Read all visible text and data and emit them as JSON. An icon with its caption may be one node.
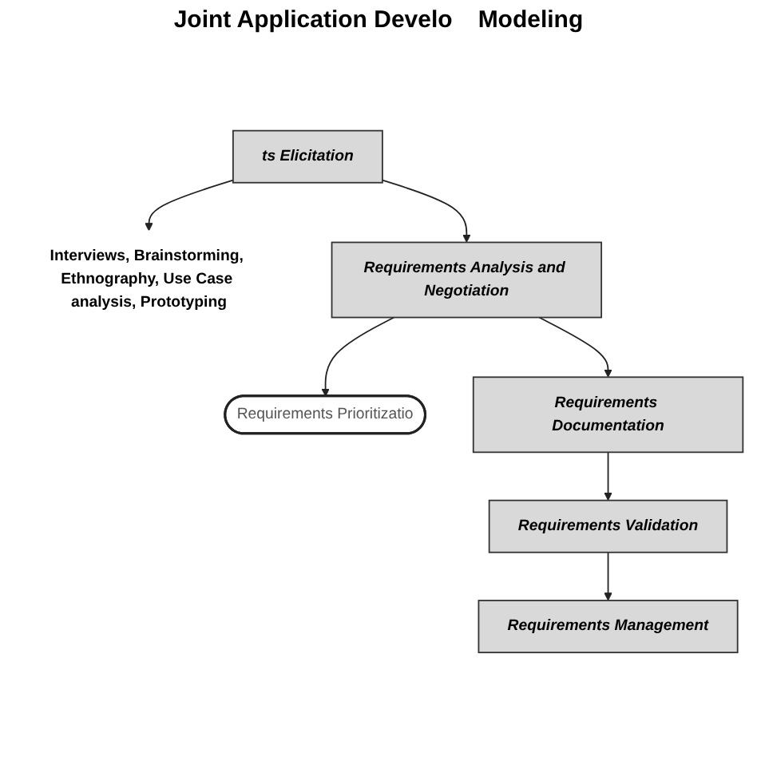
{
  "diagram": {
    "nodes": [
      {
        "text": [
          "ts Elicitation"
        ]
      },
      {
        "text": [
          "Interviews, Brainstorming, Ethnography, Use Case analysis, Prototyping"
        ]
      },
      {
        "text": [
          "Requirements Analysis and Negotiation"
        ]
      },
      {
        "text": [
          "Requirements Prioritizatio"
        ]
      },
      {
        "text": [
          "Requirements Documentation"
        ]
      },
      {
        "text": [
          "Requirements Validation"
        ]
      },
      {
        "text": [
          "Requirements Management"
        ]
      }
    ],
    "edges": [
      {
        "from": 0,
        "to": 1,
        "arrow": "to"
      },
      {
        "from": 0,
        "to": 2,
        "arrow": "to"
      },
      {
        "from": 2,
        "to": 3,
        "arrow": "to"
      },
      {
        "from": 2,
        "to": 4,
        "arrow": "to"
      },
      {
        "from": 4,
        "to": 5,
        "arrow": "to"
      },
      {
        "from": 5,
        "to": 6,
        "arrow": "to"
      }
    ],
    "labels": [
      "Joint Application Develo",
      "Modeling"
    ]
  }
}
